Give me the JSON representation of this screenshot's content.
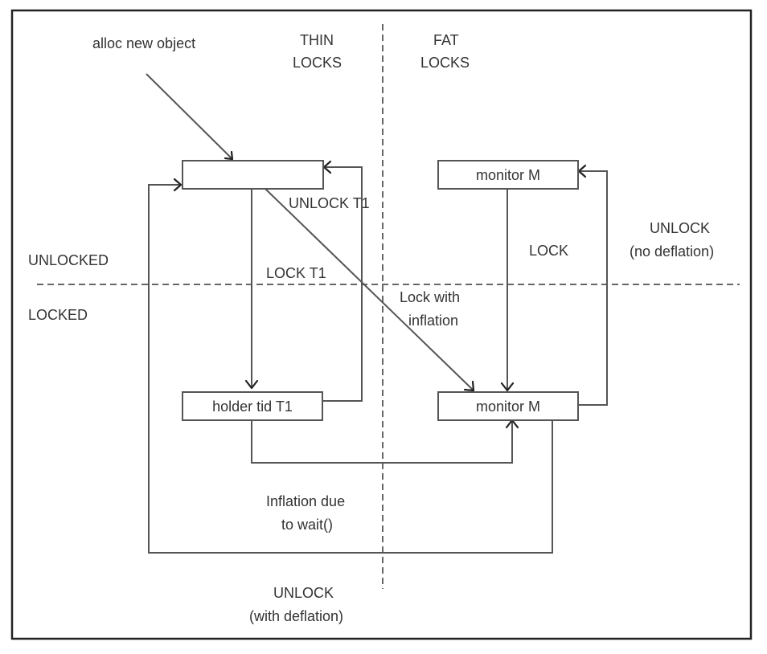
{
  "diagram": {
    "type": "state-transition",
    "columns": {
      "thin": [
        "THIN",
        "LOCKS"
      ],
      "fat": [
        "FAT",
        "LOCKS"
      ]
    },
    "rows": {
      "unlocked": "UNLOCKED",
      "locked": "LOCKED"
    },
    "nodes": {
      "thin_unlocked": {
        "label": ""
      },
      "thin_locked": {
        "label": "holder tid T1"
      },
      "fat_unlocked": {
        "label": "monitor M"
      },
      "fat_locked": {
        "label": "monitor M"
      }
    },
    "edges": {
      "alloc": {
        "label": "alloc new object"
      },
      "lock_t1": {
        "label": "LOCK T1"
      },
      "unlock_t1": {
        "label": "UNLOCK T1"
      },
      "lock_inflation": {
        "label": [
          "Lock with",
          "inflation"
        ]
      },
      "lock_fat": {
        "label": "LOCK"
      },
      "unlock_no_deflation": {
        "label": [
          "UNLOCK",
          "(no deflation)"
        ]
      },
      "inflation_wait": {
        "label": [
          "Inflation due",
          "to wait()"
        ]
      },
      "unlock_deflation": {
        "label": [
          "UNLOCK",
          "(with deflation)"
        ]
      }
    }
  }
}
